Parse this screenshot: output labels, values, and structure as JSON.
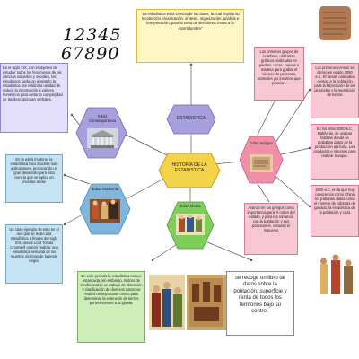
{
  "center": {
    "title": "HISTORIA DE LA ESTADISTICA"
  },
  "estadistica": {
    "label": "ESTADISTICA"
  },
  "definition": "\"La estadística es la ciencia de los datos, la cual implica su recolección, clasificación, síntesis, organización, análisis e interpretación, para la toma de decisiones frente a la incertidumbre\"",
  "digits": {
    "line1": "12345",
    "line2": "67890"
  },
  "eras": {
    "contemporanea": "Edad Contemporánea",
    "antigua": "Edad Antigua",
    "moderna": "Edad Moderna",
    "media": "Edad Media"
  },
  "texts": {
    "contemporanea": "En el siglo XIX, con el objetivo de estudiar todos los fenómenos de las ciencias naturales y sociales, los estudiosos pudieron aceptarlo la estadística. Se realizó la utilidad de reducir la información a valores numéricos para evitar la complejidad de las descripciones verbales.",
    "moderna1": "En la edad moderna la estadística tuvo muchas más aplicaciones, provocando un gran desarrollo para ésta ciencia que se aplica en muchas áreas",
    "moderna2": "Un claro ejemplo de esto en el uso que se le dio a la estadística a finales del siglo XIX, donde Lord Tomas Cromwell ordenó realizar una estadística semanal de los muertos víctimas de la peste negra.",
    "antigua1": "Los primeros grupos de hombres, utilizaban gráficos realizados en piedras, rocas, cuevas o madera para grabar el número de personas, animales y/o insumos que poseían.",
    "antigua2": "Los primeros censos se dieron en egipto 3050 a.C. El faraón ordenaba censos a la población para la fabricación de las pirámides y la repartición de tierras",
    "antigua3": "En los años 3000 a.C, Babilonia, se usaban tablillas donde se grababan datos de la producción agrícola. Los productos e insumos para realizar trueque.",
    "antigua4": "1800 a.C, en la que hoy conocemos como China se grababan datos como el número de cabezas de ganado, la estadística de la población y caza",
    "antigua5": "Avanzo en los griegos como importancia para el orden del estado, y para los romanos con la población y sus posesiones, creando el impuesto",
    "media1": "En este periodo la estadística estuvo estancada, sin embargo, Isidoro de Sevilla realizo un trabajo de obtención y clasificación de diversos datos; se realizó un importante censo para determinar la extensión de tierras pertenecientes a la iglesia.",
    "media2": "se recoge un libro de datos sobre la población, superficie y renta de todos los territorios bajo su control."
  },
  "colors": {
    "pink_hex": "#ef8fa8",
    "blue_hex": "#7fb6db",
    "green_hex": "#7fce5c",
    "yellow_hex": "#f3d34a",
    "purple_hex": "#a8a0dc"
  }
}
